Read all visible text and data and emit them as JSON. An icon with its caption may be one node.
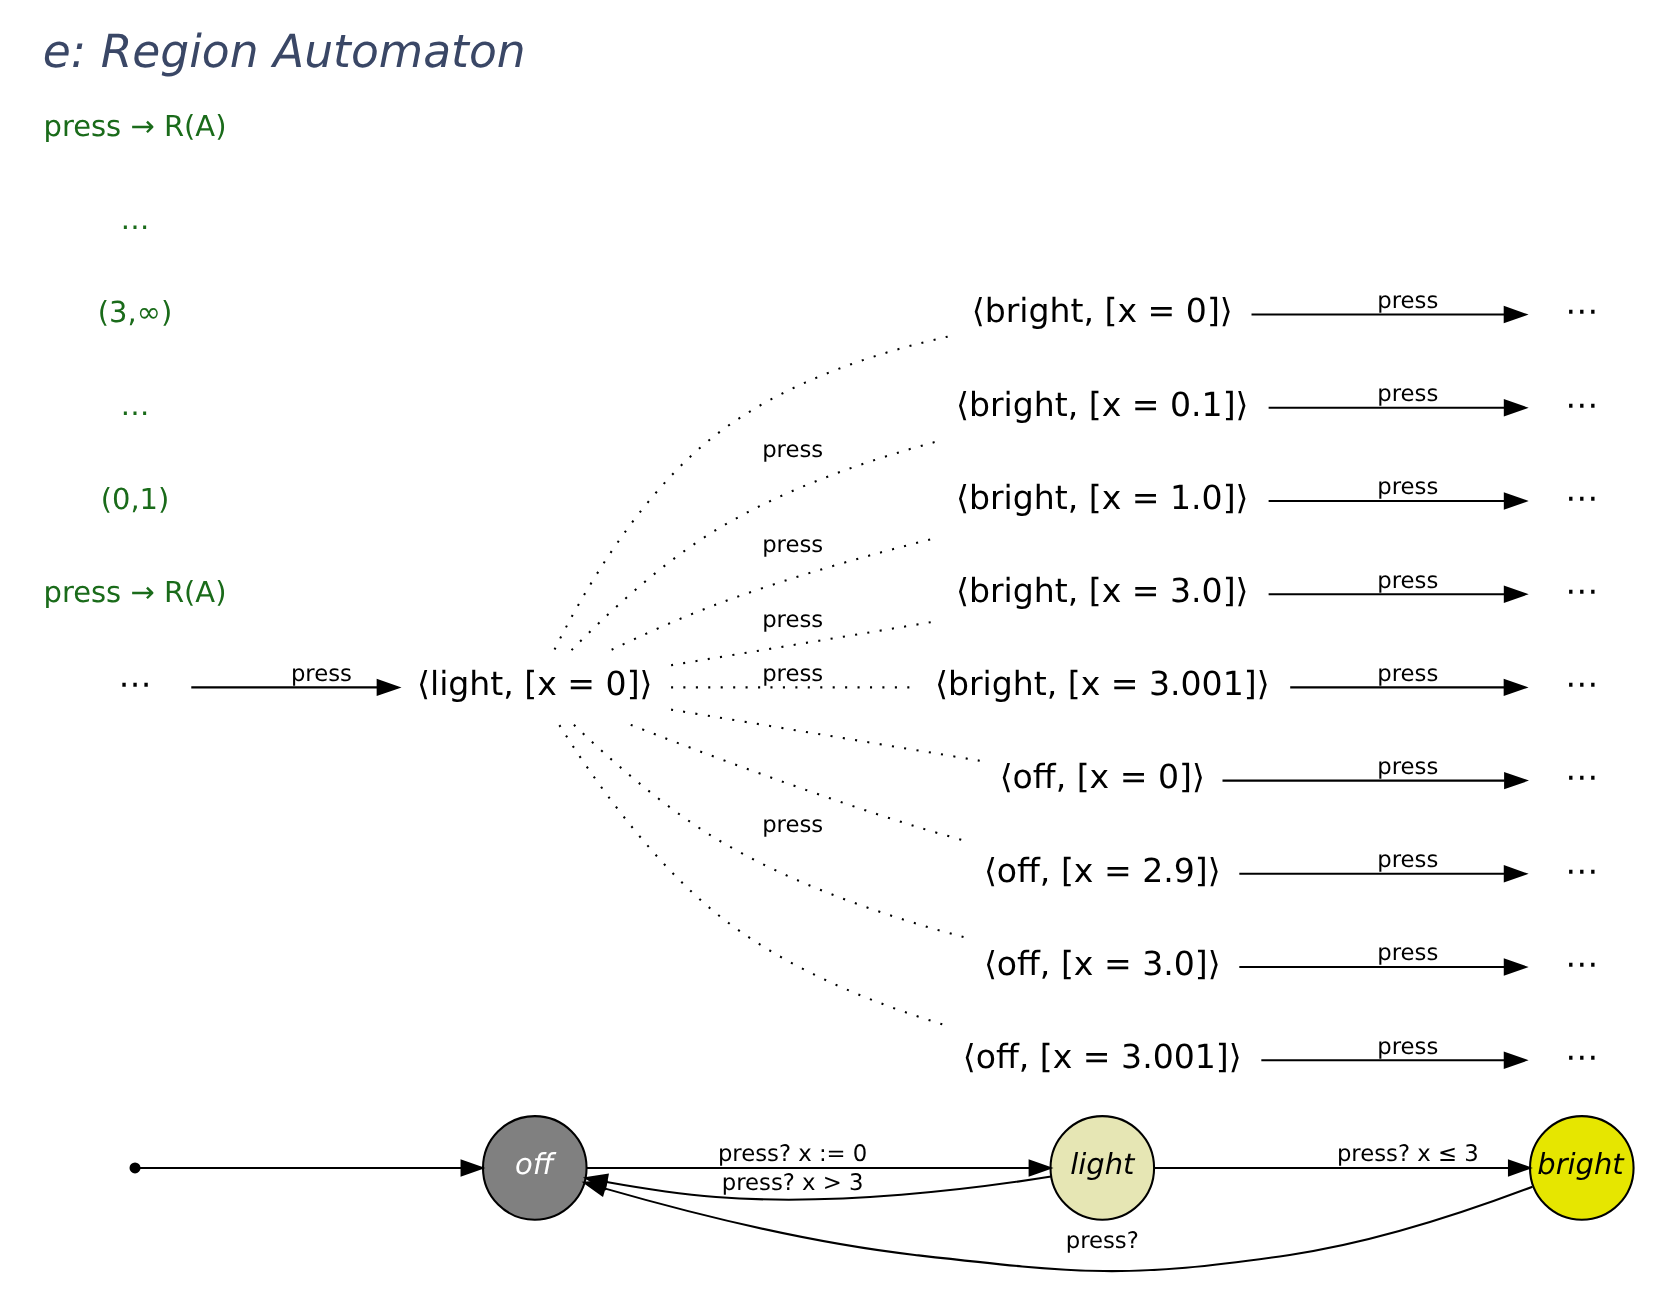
{
  "diagram": {
    "title": "e: Region Automaton",
    "nodes": [
      {
        "text": [
          "off"
        ]
      },
      {
        "text": [
          "light"
        ]
      },
      {
        "text": [
          "bright"
        ]
      },
      {
        "text": [
          "⋯"
        ]
      },
      {
        "text": [
          "⟨light, [x = 0]⟩"
        ]
      },
      {
        "text": [
          "⟨bright, [x = 0]⟩"
        ]
      },
      {
        "text": [
          "⟨bright, [x = 0.1]⟩"
        ]
      },
      {
        "text": [
          "⟨bright, [x = 1.0]⟩"
        ]
      },
      {
        "text": [
          "⟨bright, [x = 3.0]⟩"
        ]
      },
      {
        "text": [
          "⟨bright, [x = 3.001]⟩"
        ]
      },
      {
        "text": [
          "⟨off, [x = 0]⟩"
        ]
      },
      {
        "text": [
          "⟨off, [x = 2.9]⟩"
        ]
      },
      {
        "text": [
          "⟨off, [x = 3.0]⟩"
        ]
      },
      {
        "text": [
          "⟨off, [x = 3.001]⟩"
        ]
      },
      {
        "text": [
          "⋯"
        ]
      },
      {
        "text": [
          "⋯"
        ]
      },
      {
        "text": [
          "⋯"
        ]
      },
      {
        "text": [
          "⋯"
        ]
      },
      {
        "text": [
          "⋯"
        ]
      },
      {
        "text": [
          "⋯"
        ]
      },
      {
        "text": [
          "⋯"
        ]
      },
      {
        "text": [
          "⋯"
        ]
      },
      {
        "text": [
          "⋯"
        ]
      }
    ],
    "edges": [
      {
        "from": null,
        "to": 0,
        "arrow": "to"
      },
      {
        "from": 0,
        "to": 1,
        "arrow": "to",
        "label": "press? x := 0"
      },
      {
        "from": 1,
        "to": 2,
        "arrow": "to",
        "label": "press? x ≤ 3"
      },
      {
        "from": 2,
        "to": 0,
        "arrow": "to",
        "label": "press?"
      },
      {
        "from": 1,
        "to": 0,
        "arrow": "to",
        "label": "press? x > 3"
      },
      {
        "from": 3,
        "to": 4,
        "arrow": "to",
        "label": "press"
      },
      {
        "from": 4,
        "to": 5,
        "arrow": "none",
        "style": "dashed"
      },
      {
        "from": 4,
        "to": 6,
        "arrow": "none",
        "style": "dashed",
        "label": "press"
      },
      {
        "from": 4,
        "to": 7,
        "arrow": "none",
        "style": "dashed",
        "label": "press"
      },
      {
        "from": 4,
        "to": 8,
        "arrow": "none",
        "style": "dashed",
        "label": "press"
      },
      {
        "from": 4,
        "to": 9,
        "arrow": "none",
        "style": "dashed",
        "label": "press"
      },
      {
        "from": 4,
        "to": 10,
        "arrow": "none",
        "style": "dashed"
      },
      {
        "from": 4,
        "to": 11,
        "arrow": "none",
        "style": "dashed"
      },
      {
        "from": 4,
        "to": 12,
        "arrow": "none",
        "style": "dashed",
        "label": "press"
      },
      {
        "from": 4,
        "to": 13,
        "arrow": "none",
        "style": "dashed"
      },
      {
        "from": 5,
        "to": 14,
        "arrow": "to",
        "label": "press"
      },
      {
        "from": 6,
        "to": 15,
        "arrow": "to",
        "label": "press"
      },
      {
        "from": 7,
        "to": 16,
        "arrow": "to",
        "label": "press"
      },
      {
        "from": 8,
        "to": 17,
        "arrow": "to",
        "label": "press"
      },
      {
        "from": 9,
        "to": 18,
        "arrow": "to",
        "label": "press"
      },
      {
        "from": 10,
        "to": 19,
        "arrow": "to",
        "label": "press"
      },
      {
        "from": 11,
        "to": 20,
        "arrow": "to",
        "label": "press"
      },
      {
        "from": 12,
        "to": 21,
        "arrow": "to",
        "label": "press"
      },
      {
        "from": 13,
        "to": 22,
        "arrow": "to",
        "label": "press"
      }
    ],
    "labels": [
      "press → R(A)",
      "(0,1)",
      "…",
      "(3,∞)",
      "…",
      "press → R(A)"
    ]
  }
}
